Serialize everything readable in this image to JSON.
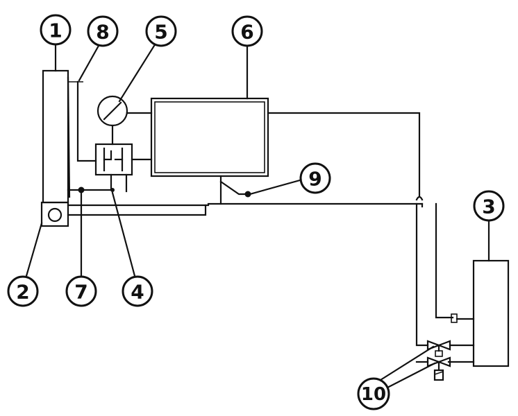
{
  "colors": {
    "line": "#111111",
    "background": "#ffffff"
  },
  "callouts": [
    {
      "id": "c1",
      "label": "1"
    },
    {
      "id": "c2",
      "label": "2"
    },
    {
      "id": "c3",
      "label": "3"
    },
    {
      "id": "c4",
      "label": "4"
    },
    {
      "id": "c5",
      "label": "5"
    },
    {
      "id": "c6",
      "label": "6"
    },
    {
      "id": "c7",
      "label": "7"
    },
    {
      "id": "c8",
      "label": "8"
    },
    {
      "id": "c9",
      "label": "9"
    },
    {
      "id": "c10",
      "label": "10"
    }
  ]
}
